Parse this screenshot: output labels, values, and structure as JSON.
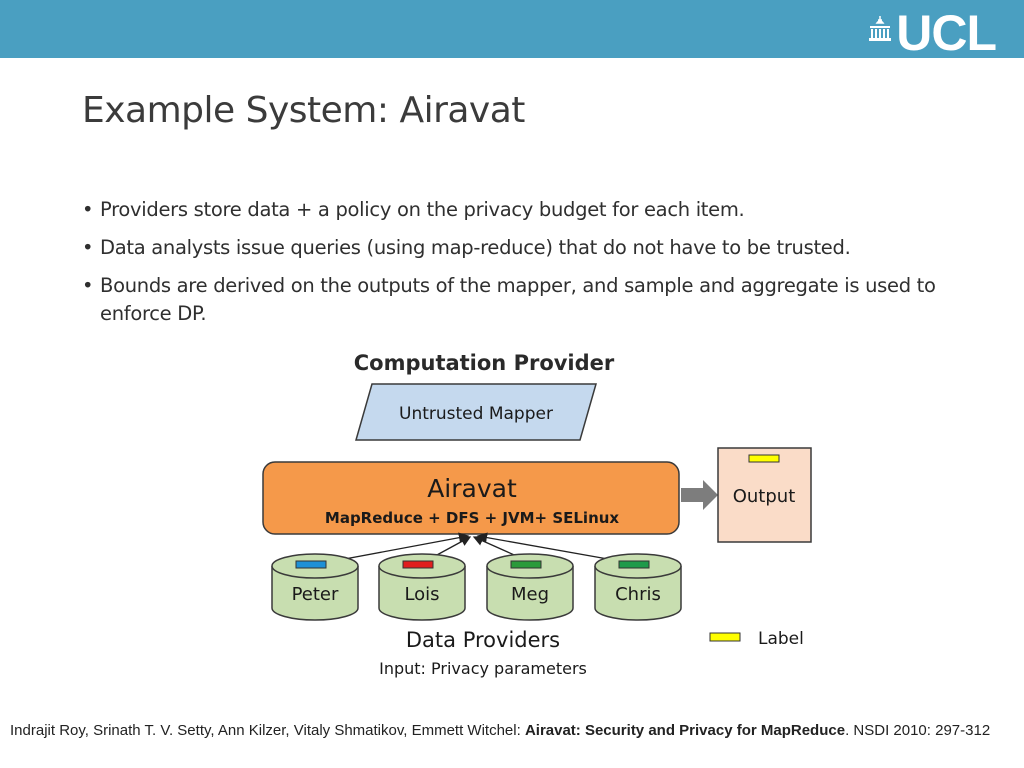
{
  "header": {
    "logo_text": "UCL",
    "accent_color": "#4a9fc1"
  },
  "slide": {
    "title": "Example System: Airavat",
    "bullets": [
      "Providers store data + a policy on the privacy budget for each item.",
      "Data analysts issue queries (using map-reduce) that do not have to be trusted.",
      "Bounds are derived on the outputs of the mapper, and sample and aggregate is used to enforce DP."
    ]
  },
  "diagram": {
    "computation_provider_label": "Computation Provider",
    "mapper_label": "Untrusted Mapper",
    "airavat_title": "Airavat",
    "airavat_subtitle": "MapReduce + DFS + JVM+ SELinux",
    "output_label": "Output",
    "providers": [
      {
        "name": "Peter",
        "tag_color": "#1e90d6"
      },
      {
        "name": "Lois",
        "tag_color": "#e01e1e"
      },
      {
        "name": "Meg",
        "tag_color": "#2a9a3a"
      },
      {
        "name": "Chris",
        "tag_color": "#1f9a4a"
      }
    ],
    "data_providers_label": "Data Providers",
    "input_label": "Input: Privacy parameters",
    "legend_label": "Label",
    "colors": {
      "mapper_fill": "#c5d9ee",
      "airavat_fill": "#f5994a",
      "output_fill": "#fadcc8",
      "provider_fill": "#c8deb0",
      "label_yellow": "#ffff00"
    }
  },
  "citation": {
    "authors": "Indrajit Roy, Srinath T. V. Setty, Ann Kilzer, Vitaly Shmatikov, Emmett Witchel: ",
    "paper_title": "Airavat: Security and Privacy for MapReduce",
    "venue": ". NSDI 2010: 297-312"
  }
}
